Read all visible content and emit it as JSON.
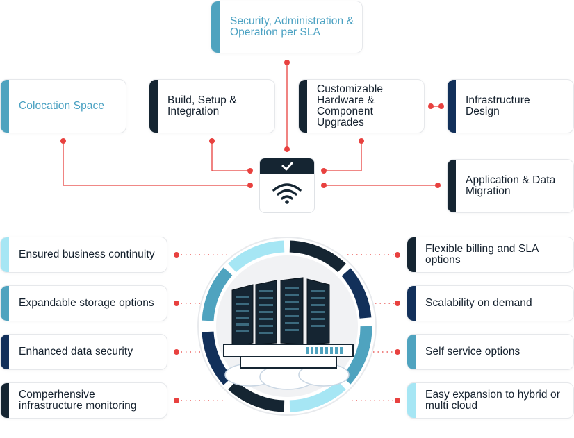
{
  "top_cards": {
    "security": "Security, Administration & Operation per SLA",
    "colocation": "Colocation Space",
    "build": "Build, Setup & Integration",
    "hardware": "Customizable Hardware & Component Upgrades",
    "infra_design": "Infrastructure Design",
    "migration": "Application & Data Migration"
  },
  "left_features": [
    "Ensured business continuity",
    "Expandable storage options",
    "Enhanced data security",
    "Comperhensive infrastructure monitoring"
  ],
  "right_features": [
    "Flexible billing and SLA options",
    "Scalability on demand",
    "Self service options",
    "Easy expansion to hybrid or multi cloud"
  ],
  "colors": {
    "dark": "#152532",
    "navy": "#12305a",
    "teal": "#4fa3bf",
    "light_teal": "#a6e6f4",
    "connector_red": "#e8413f"
  },
  "icons": {
    "hub": "wifi-check-icon",
    "center": "server-rack-icon"
  }
}
